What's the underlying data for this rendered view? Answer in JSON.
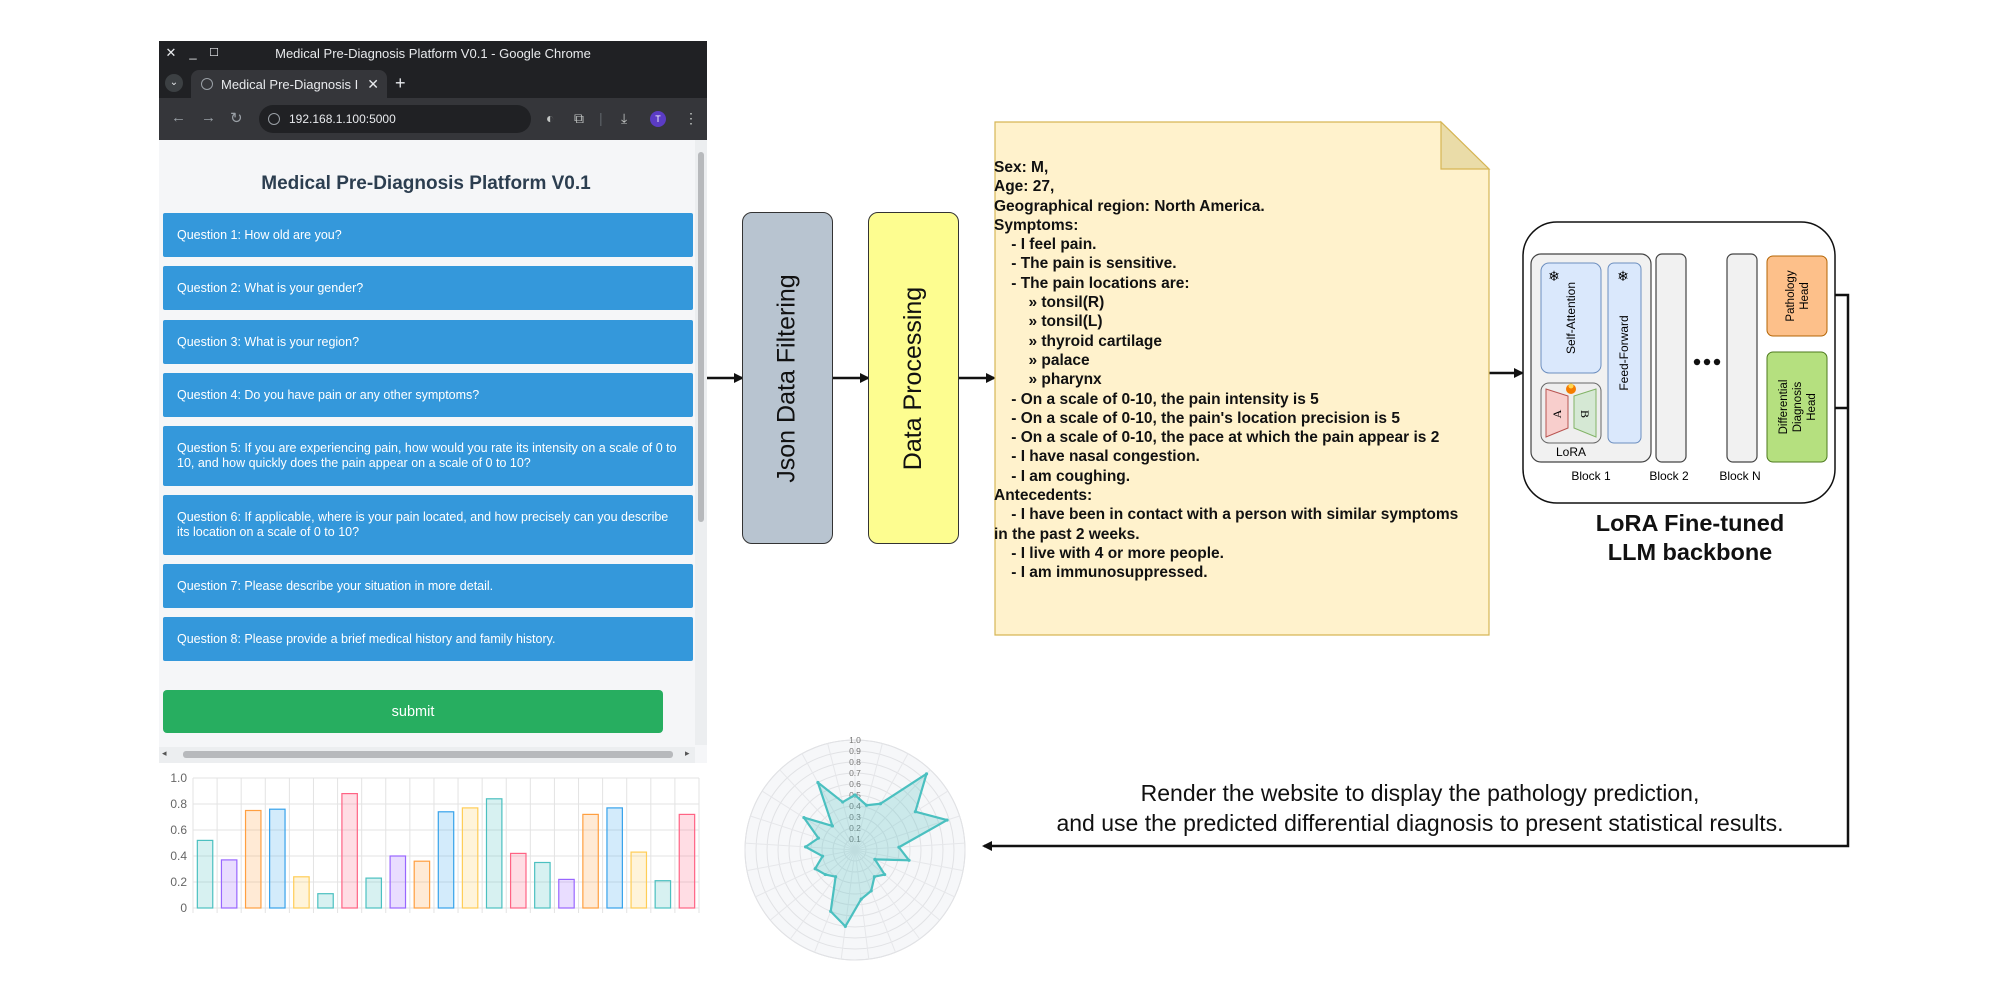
{
  "browser": {
    "window_title": "Medical Pre-Diagnosis Platform V0.1 - Google Chrome",
    "tab_title": "Medical Pre-Diagnosis I",
    "url": "192.168.1.100:5000",
    "profile_initial": "T"
  },
  "page": {
    "title": "Medical Pre-Diagnosis Platform V0.1",
    "questions": [
      "Question 1: How old are you?",
      "Question 2: What is your gender?",
      "Question 3: What is your region?",
      "Question 4: Do you have pain or any other symptoms?",
      "Question 5: If you are experiencing pain, how would you rate its intensity on a scale of 0 to 10, and how quickly does the pain appear on a scale of 0 to 10?",
      "Question 6: If applicable, where is your pain located, and how precisely can you describe its location on a scale of 0 to 10?",
      "Question 7: Please describe your situation in more detail.",
      "Question 8: Please provide a brief medical history and family history."
    ],
    "submit_label": "submit",
    "colors": {
      "question_bg": "#3498db",
      "submit_bg": "#27ae60",
      "title": "#2c3e50"
    }
  },
  "pipeline": {
    "stage1_label": "Json Data Filtering",
    "stage2_label": "Data Processing",
    "stage1_color": "#b8c4d0",
    "stage2_color": "#fdfd90",
    "document_color": "#fff2cc"
  },
  "patient_document": {
    "lines": [
      "Sex: M,",
      "Age: 27,",
      "Geographical region: North America.",
      "Symptoms:",
      "    - I feel pain.",
      "    - The pain is sensitive.",
      "    - The pain locations are:",
      "        » tonsil(R)",
      "        » tonsil(L)",
      "        » thyroid cartilage",
      "        » palace",
      "        » pharynx",
      "    - On a scale of 0-10, the pain intensity is 5",
      "    - On a scale of 0-10, the pain's location precision is 5",
      "    - On a scale of 0-10, the pace at which the pain appear is 2",
      "    - I have nasal congestion.",
      "    - I am coughing.",
      "Antecedents:",
      "    - I have been in contact with a person with similar symptoms",
      "in the past 2 weeks.",
      "    - I live with 4 or more people.",
      "    - I am immunosuppressed."
    ]
  },
  "llm": {
    "self_attention_label": "Self-Attention",
    "feed_forward_label": "Feed-Forward",
    "lora_label": "LoRA",
    "lora_a": "A",
    "lora_b": "B",
    "blocks": [
      "Block 1",
      "Block 2",
      "Block N"
    ],
    "ellipsis": "•••",
    "pathology_head": [
      "Pathology",
      "Head"
    ],
    "differential_head": [
      "Differential",
      "Diagnosis",
      "Head"
    ],
    "pathology_head_color": "#fdc08a",
    "differential_head_color": "#b5e07f",
    "caption": [
      "LoRA Fine-tuned",
      "LLM backbone"
    ]
  },
  "output_caption": [
    "Render the website to display the pathology prediction,",
    "and use the predicted differential diagnosis to present statistical results."
  ],
  "chart_data": [
    {
      "type": "bar",
      "ylim": [
        0,
        1.0
      ],
      "yticks": [
        "0",
        "0.2",
        "0.4",
        "0.6",
        "0.8",
        "1.0"
      ],
      "grid": true,
      "values": [
        0.52,
        0.37,
        0.75,
        0.76,
        0.24,
        0.11,
        0.88,
        0.23,
        0.4,
        0.36,
        0.74,
        0.77,
        0.84,
        0.42,
        0.35,
        0.22,
        0.72,
        0.77,
        0.43,
        0.21,
        0.72
      ],
      "colors": [
        "#4bc0c0",
        "#9966ff",
        "#ff9f40",
        "#36a2eb",
        "#ffcd56",
        "#4bc0c0",
        "#ff6384",
        "#4bc0c0",
        "#9966ff",
        "#ff9f40",
        "#36a2eb",
        "#ffcd56",
        "#4bc0c0",
        "#ff6384",
        "#4bc0c0",
        "#9966ff",
        "#ff9f40",
        "#36a2eb",
        "#ffcd56",
        "#4bc0c0",
        "#ff6384"
      ]
    },
    {
      "type": "radar",
      "rlim": [
        0,
        1.0
      ],
      "rticks": [
        "0.1",
        "0.2",
        "0.3",
        "0.4",
        "0.5",
        "0.6",
        "0.7",
        "0.8",
        "0.9",
        "1.0"
      ],
      "values": [
        0.5,
        0.42,
        0.48,
        0.95,
        0.65,
        0.88,
        0.4,
        0.5,
        0.2,
        0.35,
        0.3,
        0.4,
        0.45,
        0.7,
        0.6,
        0.3,
        0.35,
        0.4,
        0.3,
        0.45,
        0.35,
        0.55,
        0.3,
        0.7,
        0.45
      ],
      "color": "#4bc0c0"
    }
  ]
}
